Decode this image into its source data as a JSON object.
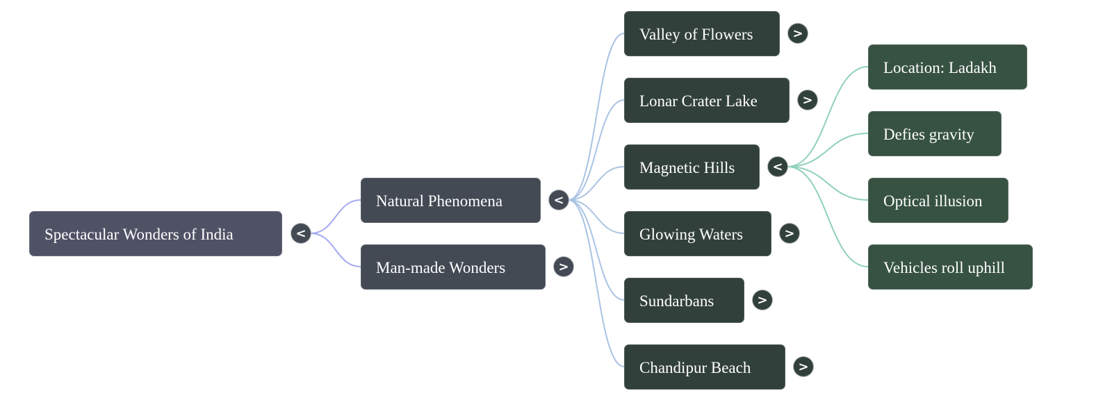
{
  "colors": {
    "root": "#4f5165",
    "level1": "#434a54",
    "level2": "#32403c",
    "level3": "#375242",
    "edge_root": "#a3a9f0",
    "edge_level1": "#a9c3e3",
    "edge_level2": "#8fd0bc"
  },
  "mindmap": {
    "root": {
      "label": "Spectacular Wonders of India",
      "toggle": "<",
      "expanded": true
    },
    "level1": [
      {
        "label": "Natural Phenomena",
        "toggle": "<",
        "expanded": true
      },
      {
        "label": "Man-made Wonders",
        "toggle": ">",
        "expanded": false
      }
    ],
    "level2": [
      {
        "label": "Valley of Flowers",
        "toggle": ">",
        "expanded": false
      },
      {
        "label": "Lonar Crater Lake",
        "toggle": ">",
        "expanded": false
      },
      {
        "label": "Magnetic Hills",
        "toggle": "<",
        "expanded": true
      },
      {
        "label": "Glowing Waters",
        "toggle": ">",
        "expanded": false
      },
      {
        "label": "Sundarbans",
        "toggle": ">",
        "expanded": false
      },
      {
        "label": "Chandipur Beach",
        "toggle": ">",
        "expanded": false
      }
    ],
    "level3": [
      {
        "label": "Location: Ladakh"
      },
      {
        "label": "Defies gravity"
      },
      {
        "label": "Optical illusion"
      },
      {
        "label": "Vehicles roll uphill"
      }
    ]
  }
}
